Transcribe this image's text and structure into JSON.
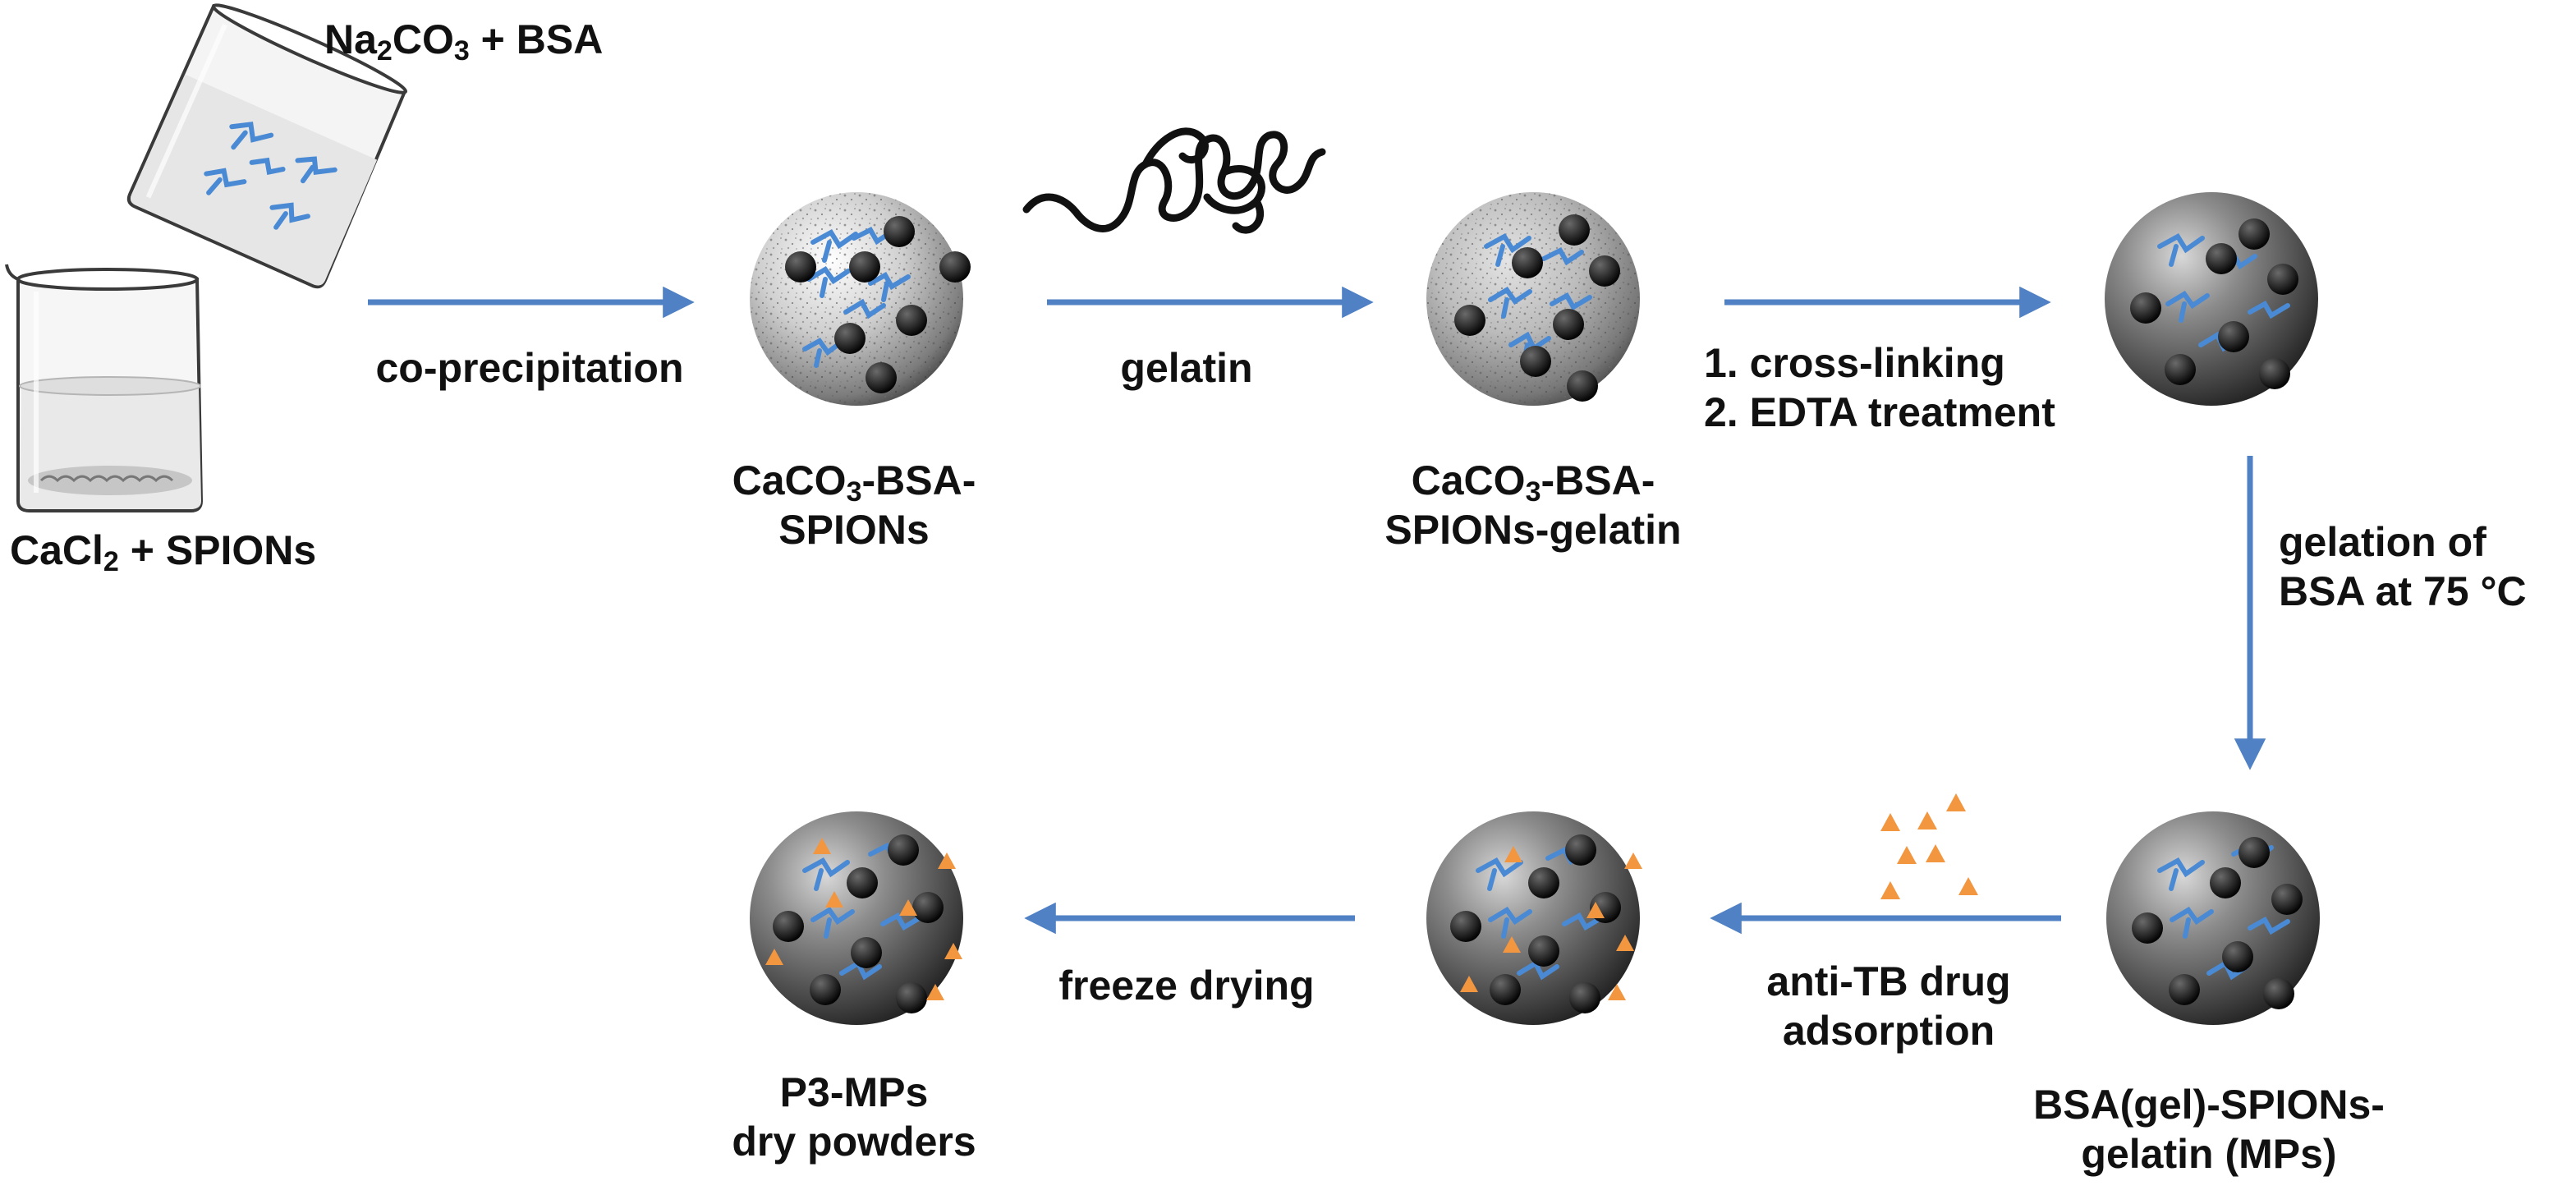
{
  "colors": {
    "arrow": "#4f81c4",
    "protein": "#4a8ad4",
    "drug": "#f29640",
    "spion": "#141414",
    "text": "#111111"
  },
  "reagents": {
    "top_beaker": {
      "a": "Na",
      "a_sub": "2",
      "b": "CO",
      "b_sub": "3",
      "c": " + BSA"
    },
    "bottom_beaker": {
      "a": "CaCl",
      "a_sub": "2",
      "b": " + SPIONs"
    }
  },
  "steps": {
    "step1": "co-precipitation",
    "step2": "gelatin",
    "step3_line1": "1. cross-linking",
    "step3_line2": "2. EDTA treatment",
    "step4_line1": "gelation of",
    "step4_line2": "BSA at 75 °C",
    "step5_line1": "anti-TB drug",
    "step5_line2": "adsorption",
    "step6": "freeze drying"
  },
  "particles": {
    "p1": {
      "a": "CaCO",
      "a_sub": "3",
      "b": "-BSA-",
      "line2": "SPIONs"
    },
    "p2": {
      "a": "CaCO",
      "a_sub": "3",
      "b": "-BSA-",
      "line2": "SPIONs-gelatin"
    },
    "mps": {
      "line1": "BSA(gel)-SPIONs-",
      "line2": "gelatin (MPs)"
    },
    "final": {
      "line1": "P3-MPs",
      "line2": "dry powders"
    }
  }
}
